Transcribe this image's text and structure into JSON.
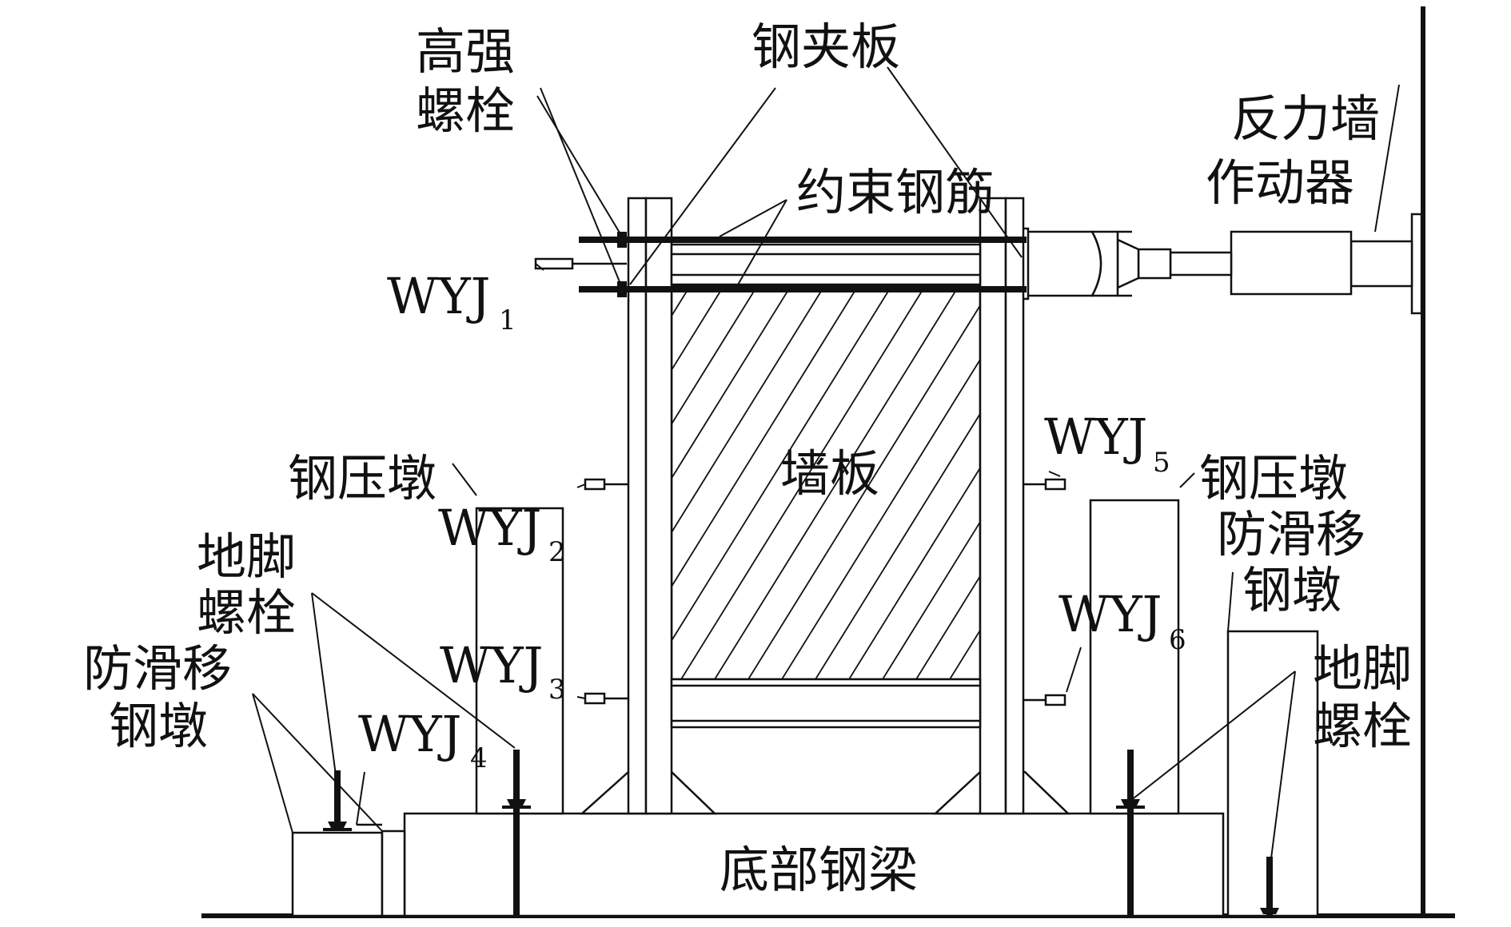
{
  "labels": {
    "hs_bolt_line1": "高强",
    "hs_bolt_line2": "螺栓",
    "clamp_plate": "钢夹板",
    "reaction_wall_line1": "反力墙",
    "reaction_wall_line2": "作动器",
    "restraint_rebar": "约束钢筋",
    "wall_panel": "墙板",
    "steel_pier_left": "钢压墩",
    "steel_pier_right": "钢压墩",
    "anchor_bolt_left_line1": "地脚",
    "anchor_bolt_left_line2": "螺栓",
    "anchor_bolt_right_line1": "地脚",
    "anchor_bolt_right_line2": "螺栓",
    "anti_slip_left_line1": "防滑移",
    "anti_slip_left_line2": "钢墩",
    "anti_slip_right_line1": "防滑移",
    "anti_slip_right_line2": "钢墩",
    "bottom_beam": "底部钢梁"
  },
  "sensors": [
    {
      "base": "WYJ",
      "sub": "1"
    },
    {
      "base": "WYJ",
      "sub": "2"
    },
    {
      "base": "WYJ",
      "sub": "3"
    },
    {
      "base": "WYJ",
      "sub": "4"
    },
    {
      "base": "WYJ",
      "sub": "5"
    },
    {
      "base": "WYJ",
      "sub": "6"
    }
  ]
}
